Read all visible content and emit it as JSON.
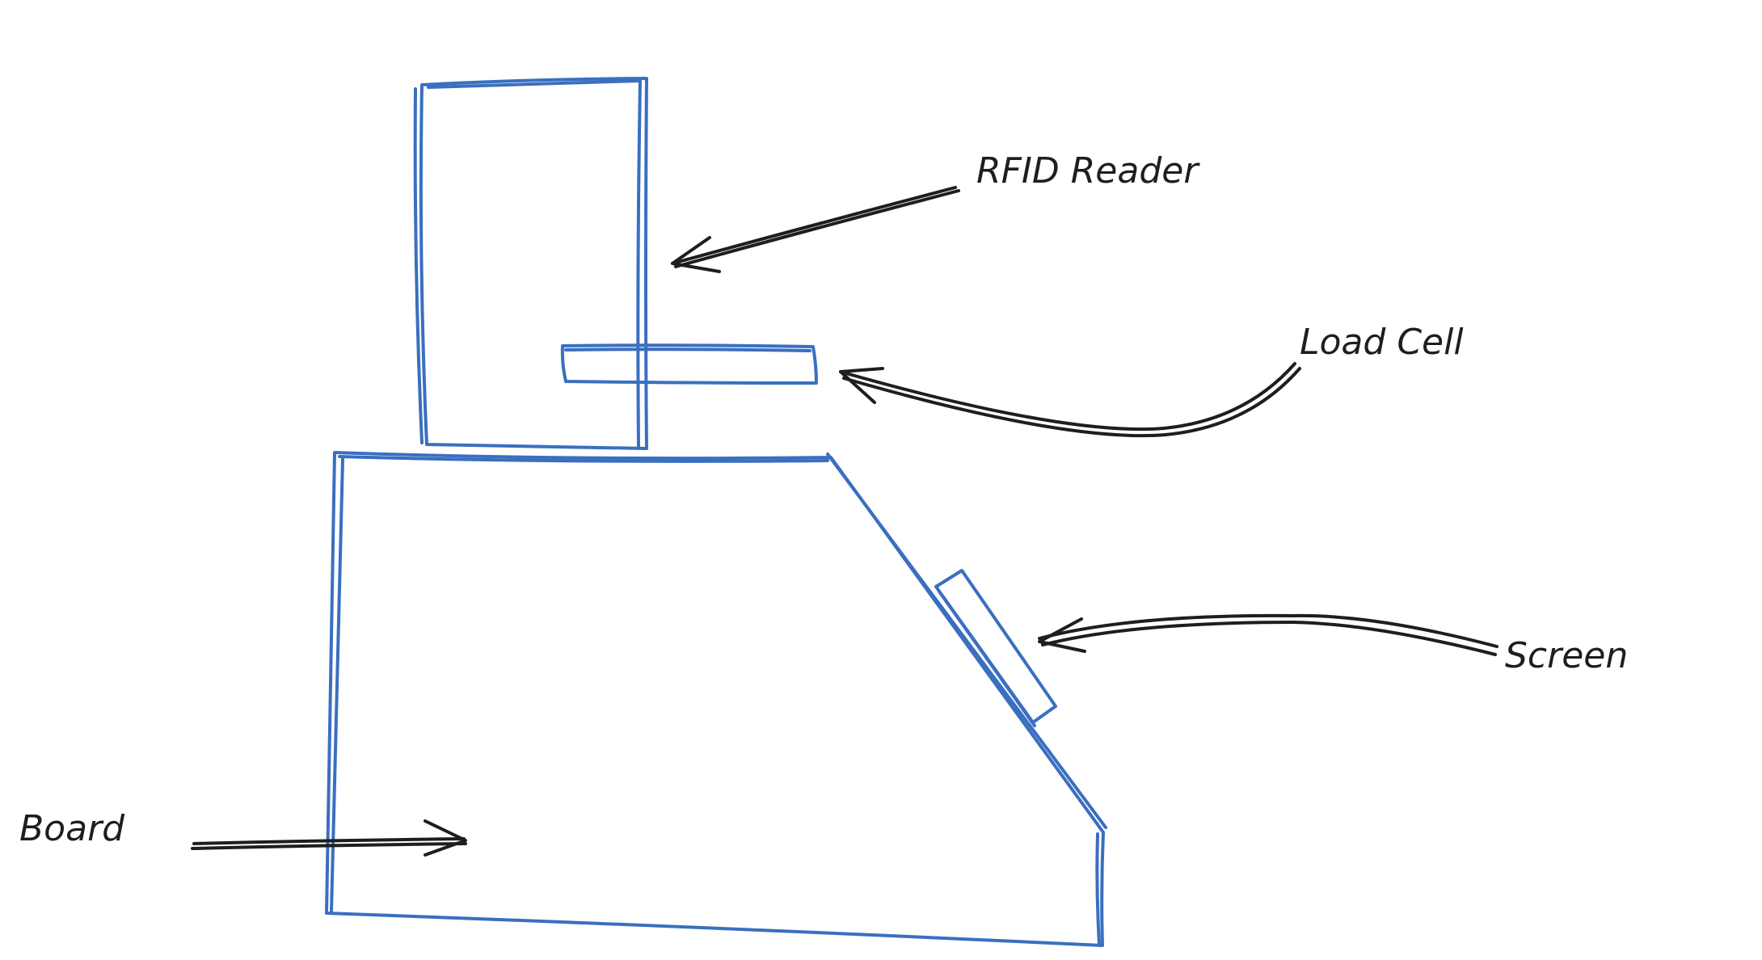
{
  "diagram": {
    "labels": {
      "rfid_reader": "RFID Reader",
      "load_cell": "Load Cell",
      "screen": "Screen",
      "board": "Board"
    },
    "colors": {
      "shape_stroke": "#3a6fc0",
      "arrow_stroke": "#1e1e1e",
      "label_text": "#1e1e1e",
      "background": "#ffffff"
    }
  }
}
